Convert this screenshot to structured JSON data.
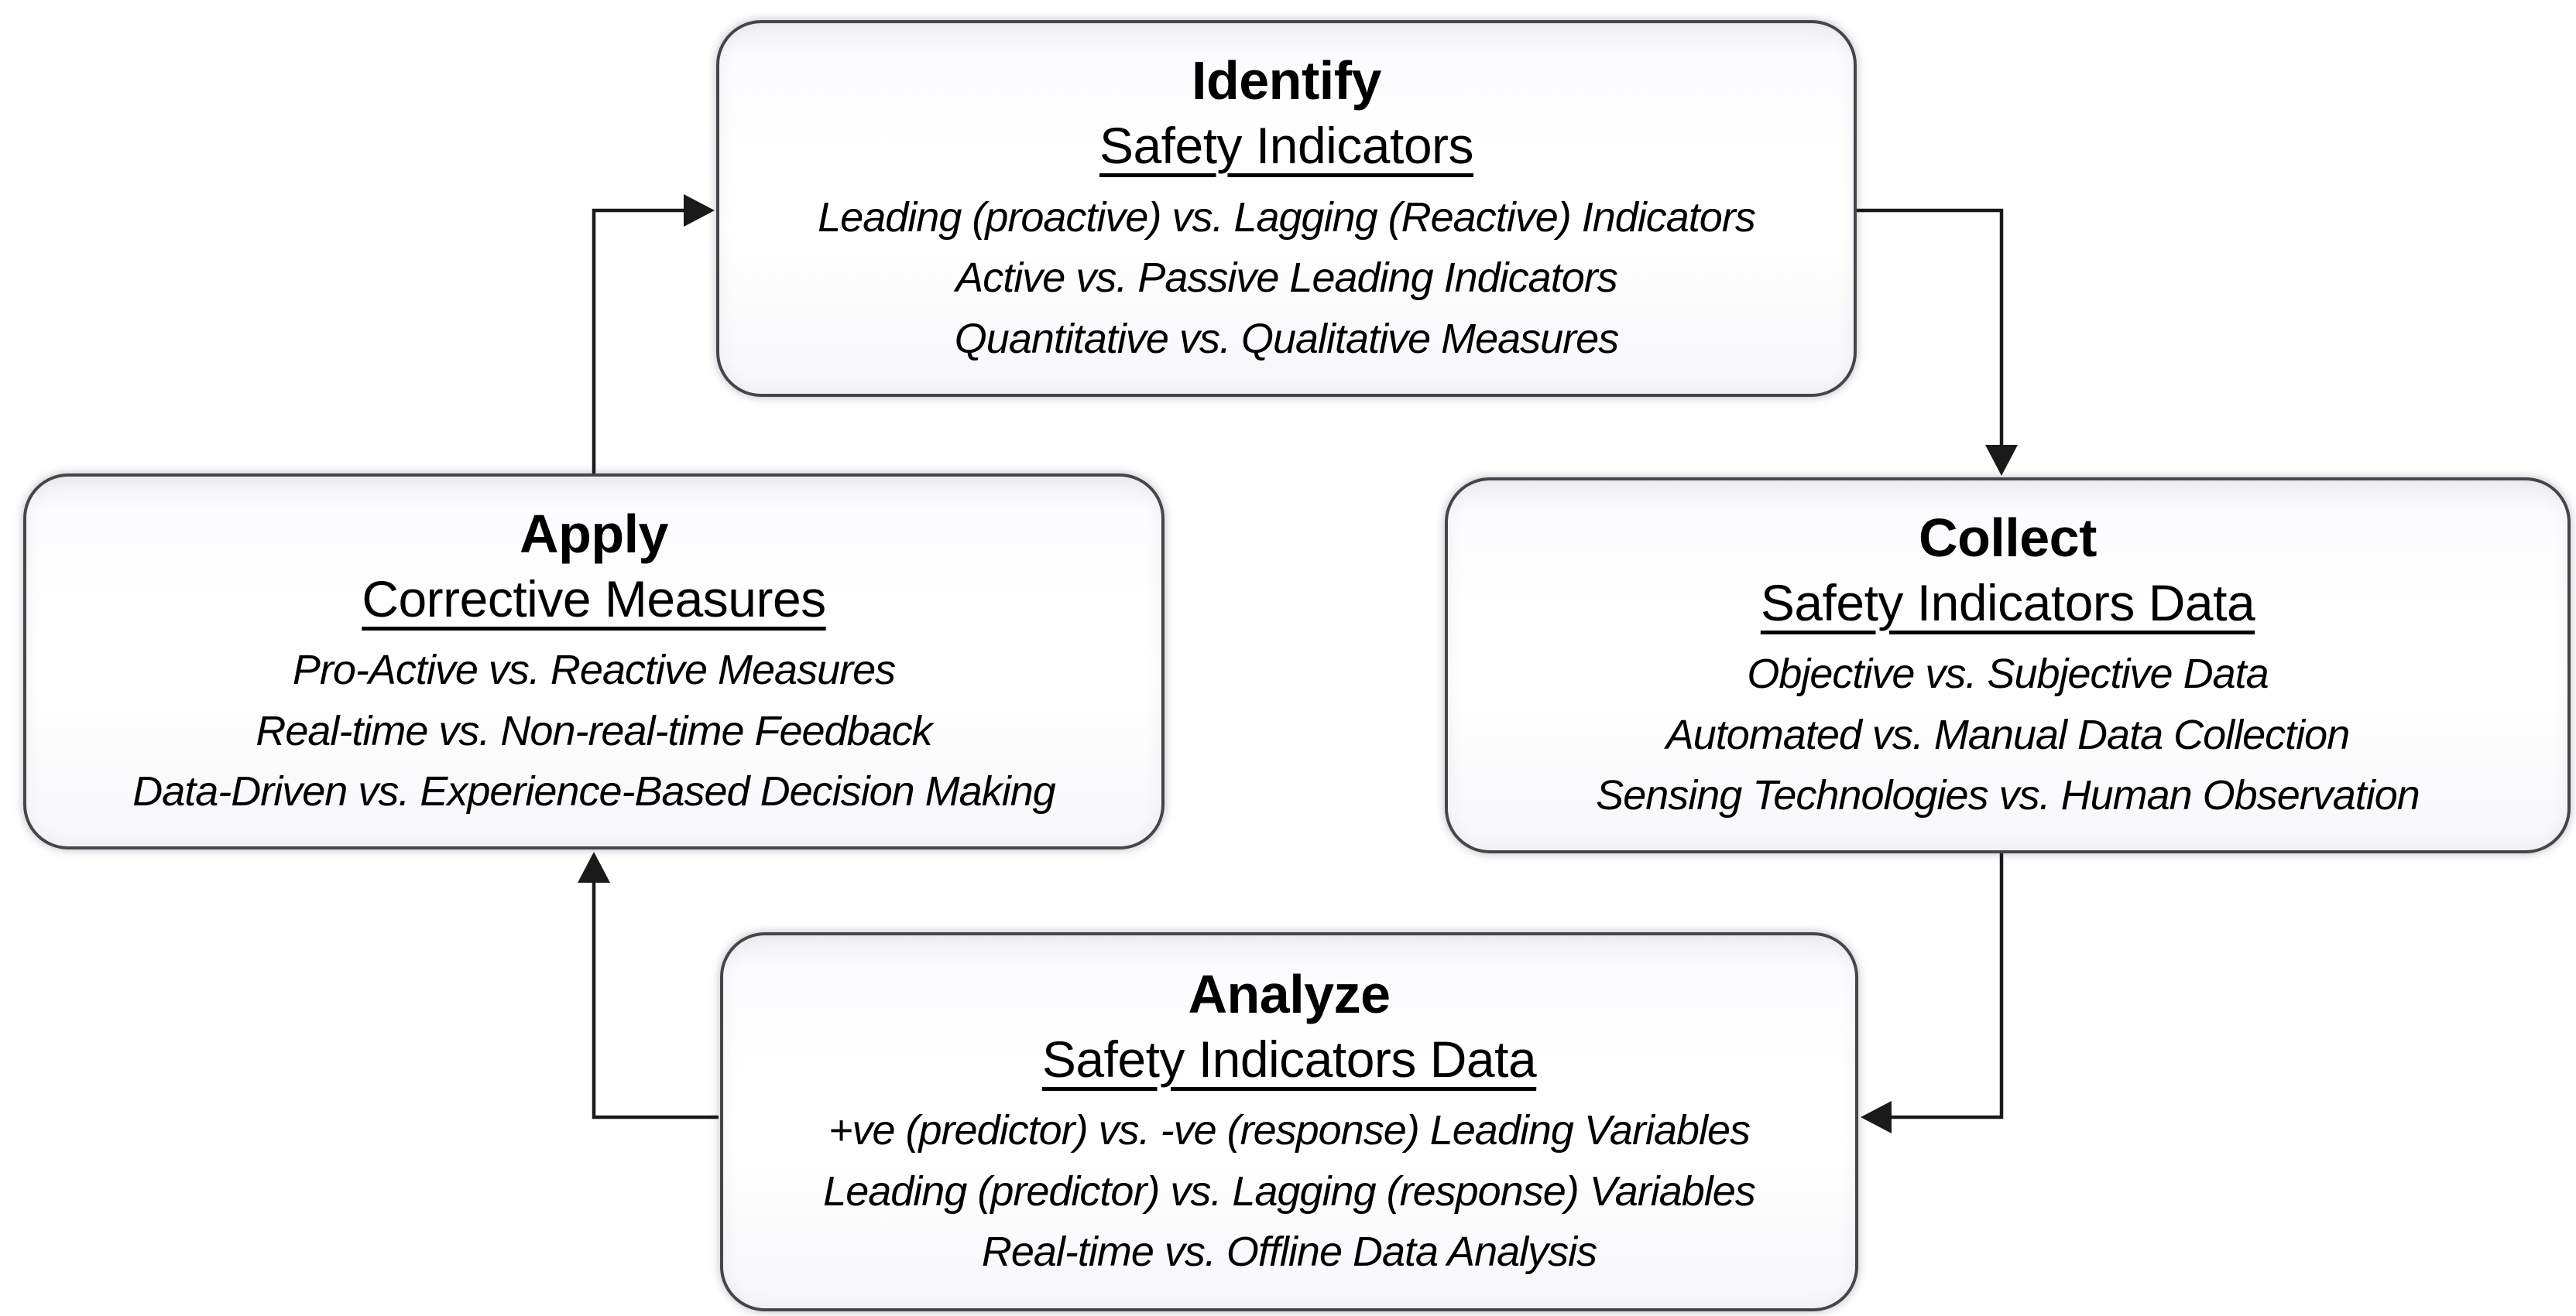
{
  "diagram": {
    "background": "#ffffff",
    "box_fill": "#fcfcfe",
    "box_border_color": "#45454b",
    "text_color": "#000000",
    "arrow_color": "#1a1a1a"
  },
  "boxes": [
    {
      "id": "identify",
      "title": "Identify",
      "subtitle": "Safety Indicators",
      "items": [
        "Leading (proactive) vs. Lagging (Reactive) Indicators",
        "Active vs. Passive Leading Indicators",
        "Quantitative vs. Qualitative Measures"
      ]
    },
    {
      "id": "collect",
      "title": "Collect",
      "subtitle": "Safety Indicators Data",
      "items": [
        "Objective vs. Subjective Data",
        "Automated vs. Manual Data Collection",
        "Sensing Technologies vs. Human Observation"
      ]
    },
    {
      "id": "analyze",
      "title": "Analyze",
      "subtitle": "Safety Indicators Data",
      "items": [
        "+ve (predictor) vs. -ve (response) Leading Variables",
        "Leading (predictor) vs. Lagging (response) Variables",
        "Real-time vs. Offline Data Analysis"
      ]
    },
    {
      "id": "apply",
      "title": "Apply",
      "subtitle": "Corrective Measures",
      "items": [
        "Pro-Active vs. Reactive Measures",
        "Real-time vs. Non-real-time Feedback",
        "Data-Driven vs. Experience-Based Decision Making"
      ]
    }
  ],
  "connectors": [
    {
      "from": "apply",
      "to": "identify"
    },
    {
      "from": "identify",
      "to": "collect"
    },
    {
      "from": "collect",
      "to": "analyze"
    },
    {
      "from": "analyze",
      "to": "apply"
    }
  ]
}
